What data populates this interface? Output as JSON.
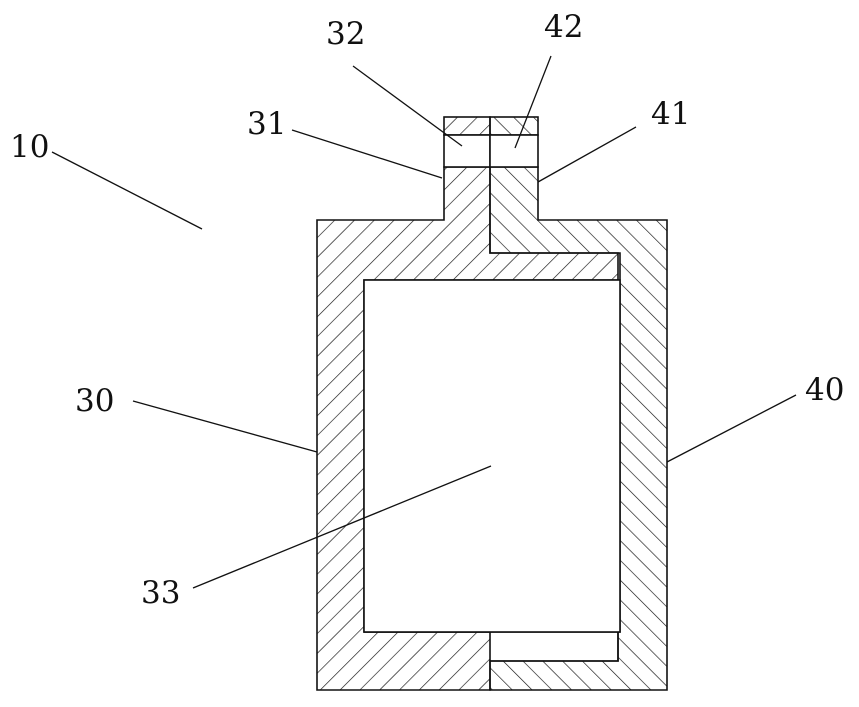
{
  "labels": {
    "l10": "10",
    "l30": "30",
    "l31": "31",
    "l32": "32",
    "l33": "33",
    "l40": "40",
    "l41": "41",
    "l42": "42"
  },
  "colors": {
    "line": "#111111",
    "background": "#ffffff"
  },
  "parts": {
    "left_shell": {
      "hatch": "diagonal-down-right"
    },
    "right_shell": {
      "hatch": "diagonal-up-right"
    }
  }
}
